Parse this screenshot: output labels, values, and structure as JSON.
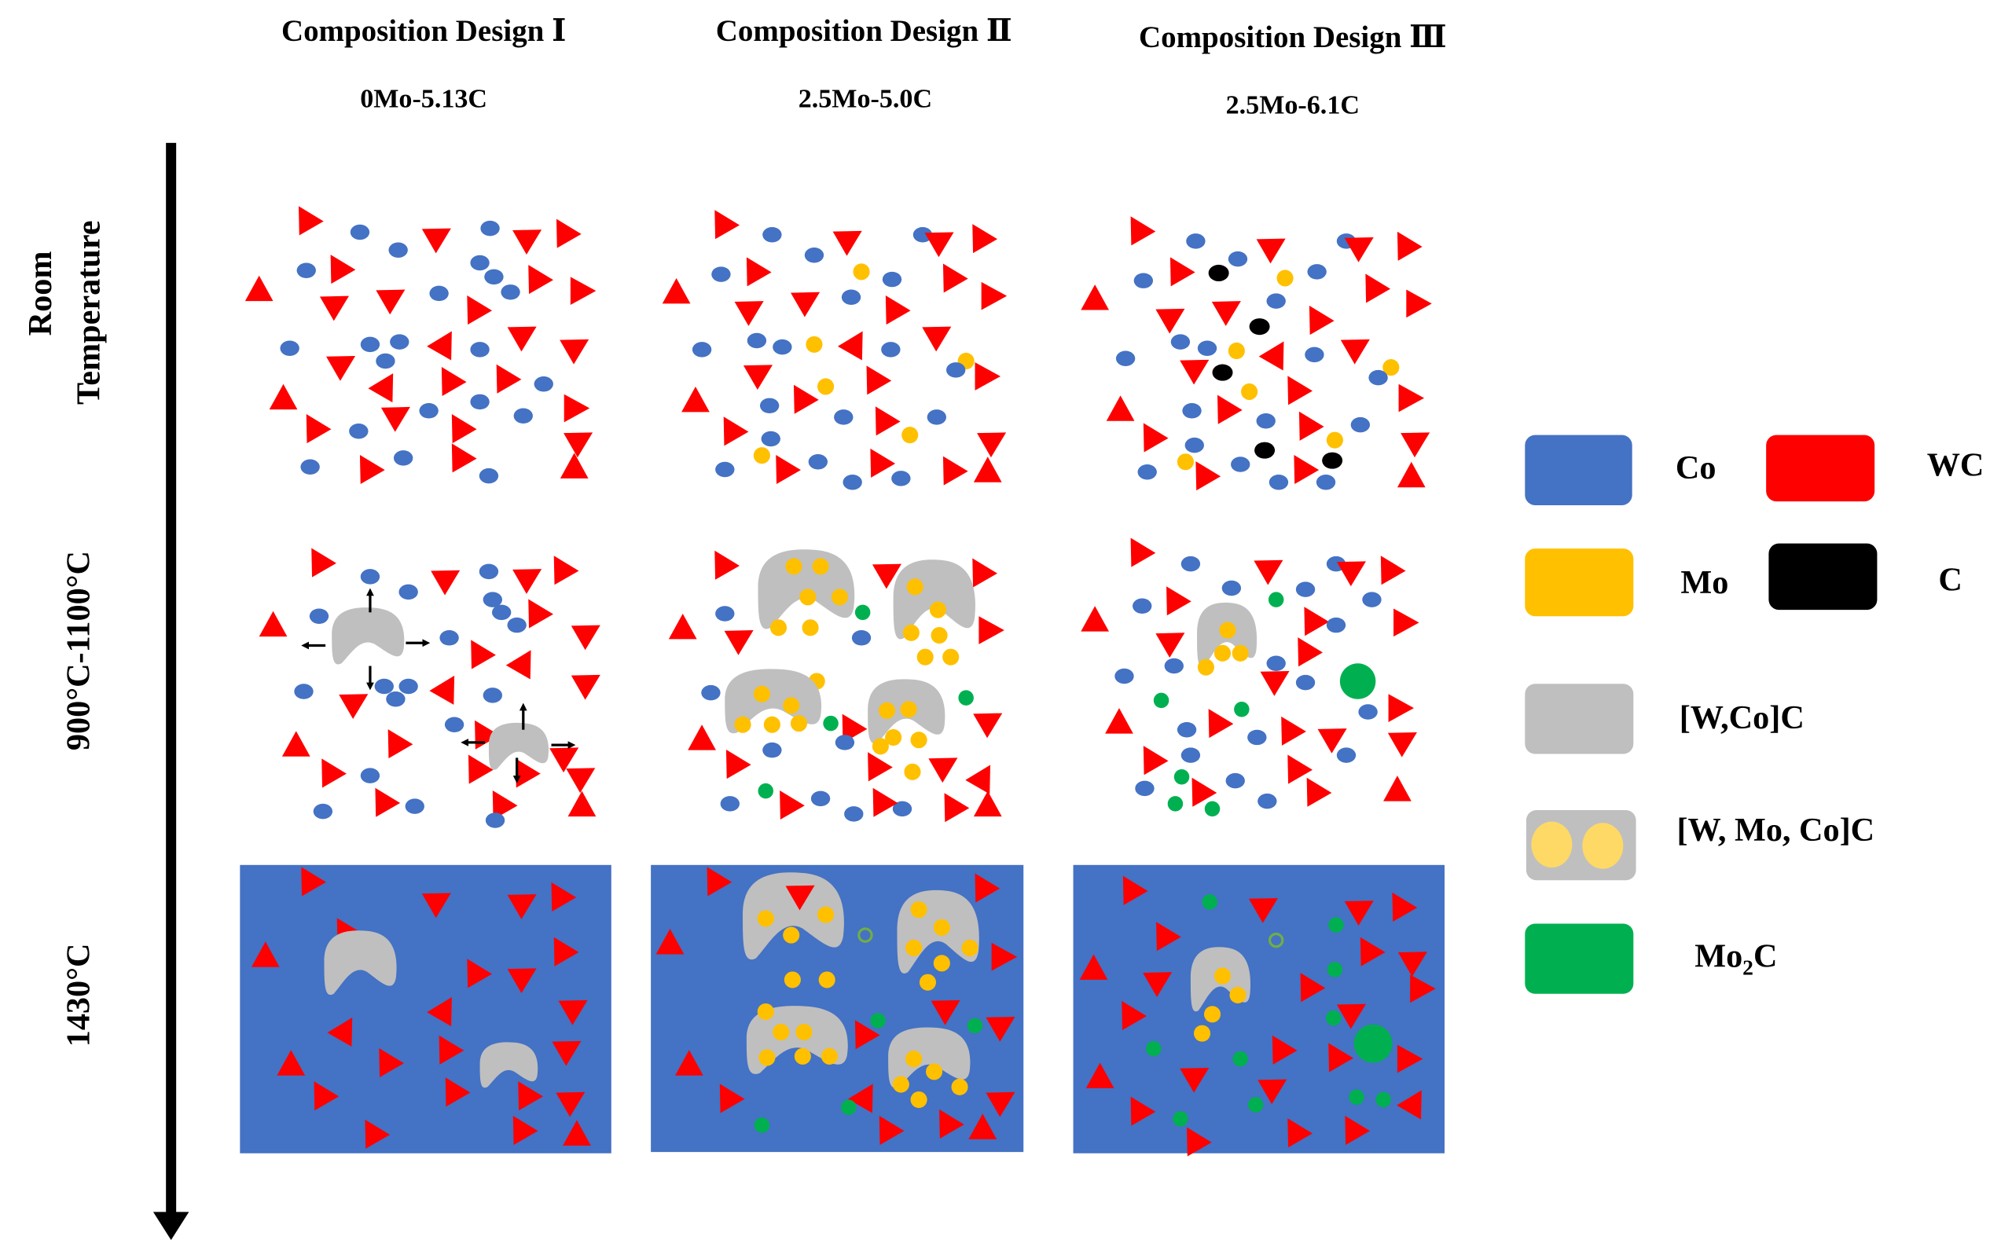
{
  "columns": [
    {
      "title": "Composition Design Ⅰ",
      "composition": "0Mo-5.13C"
    },
    {
      "title": "Composition Design Ⅱ",
      "composition": "2.5Mo-5.0C"
    },
    {
      "title": "Composition Design Ⅲ",
      "composition": "2.5Mo-6.1C"
    }
  ],
  "rows": [
    {
      "label_line1": "Room",
      "label_line2": "Temperature"
    },
    {
      "label_line1": "900°C-1100°C"
    },
    {
      "label_line1": "1430°C"
    }
  ],
  "axis": {
    "direction": "down",
    "meaning": "temperature increase"
  },
  "legend": {
    "items": [
      {
        "label": "Co",
        "color": "#4472C4"
      },
      {
        "label": "WC",
        "color": "#FF0000"
      },
      {
        "label": "Mo",
        "color": "#FFC000"
      },
      {
        "label": "C",
        "color": "#000000"
      },
      {
        "label": "[W,Co]C",
        "color": "#BFBFBF"
      },
      {
        "label": "[W, Mo, Co]C",
        "color": "#BFBFBF",
        "dot_color": "#FFD966"
      },
      {
        "label": "Mo2C",
        "label_main": "Mo",
        "label_sub": "2",
        "label_tail": "C",
        "color": "#00B050"
      }
    ]
  },
  "colors": {
    "co": "#4472C4",
    "wc": "#FF0000",
    "mo": "#FFC000",
    "c": "#000000",
    "carbide": "#BFBFBF",
    "mo2c": "#00B050",
    "liquid": "#4472C4"
  }
}
